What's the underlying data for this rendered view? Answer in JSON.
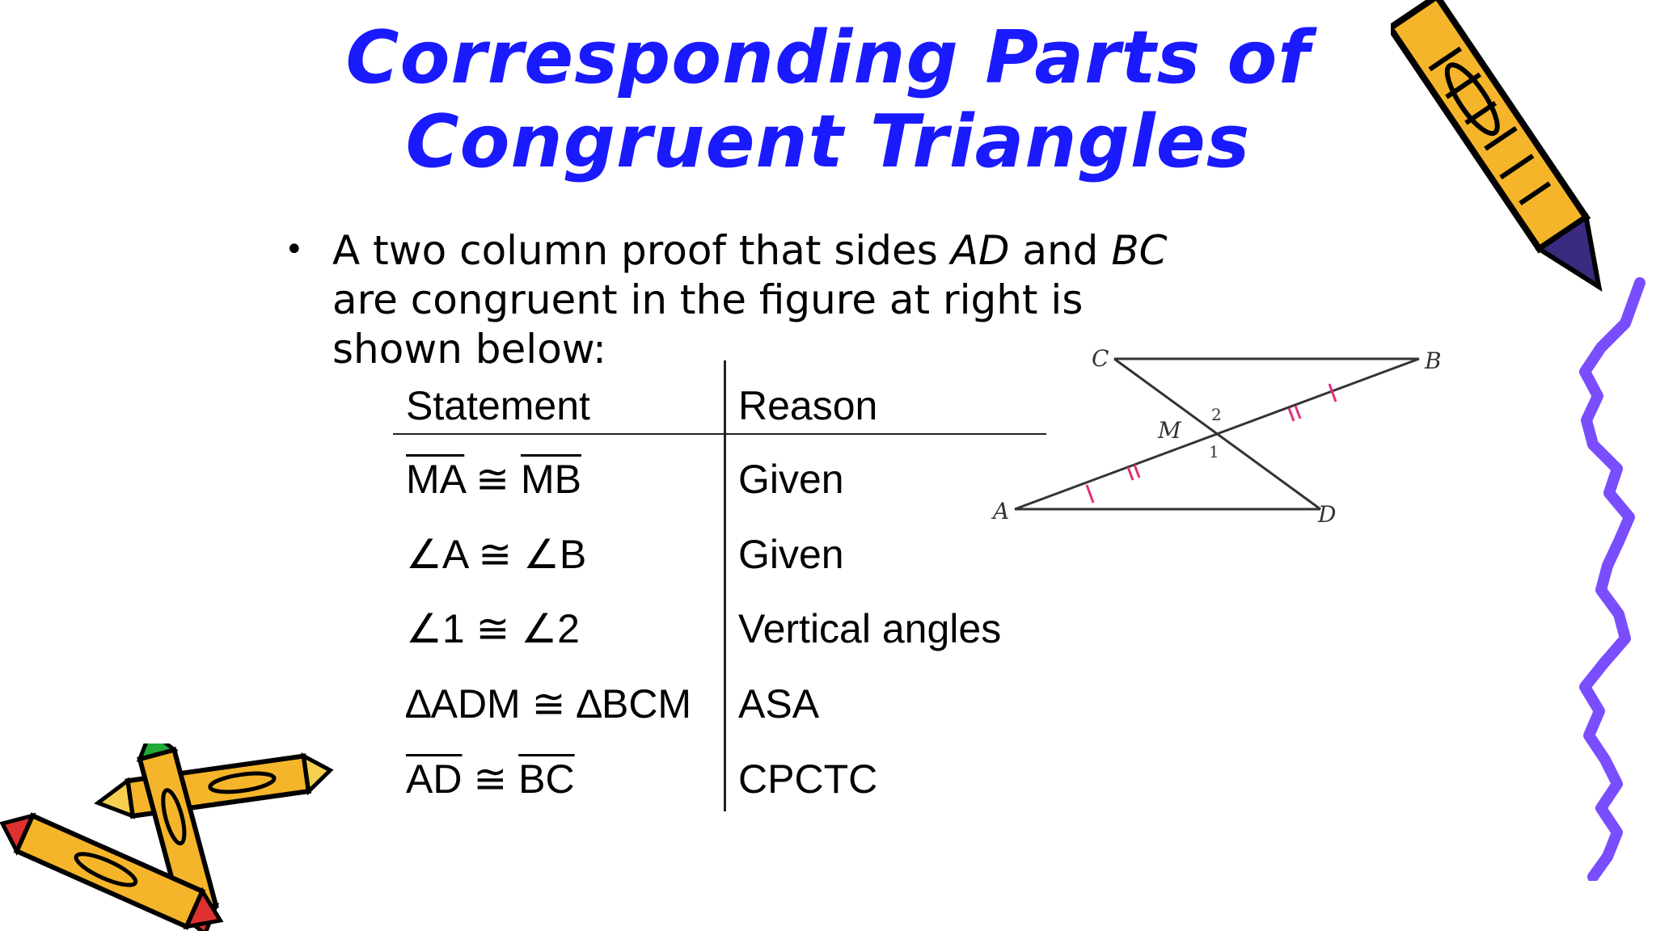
{
  "slide": {
    "title_line1": "Corresponding Parts of",
    "title_line2": "Congruent Triangles",
    "bullet": {
      "marker": "•",
      "text_1": "A two column proof that sides ",
      "side_ad": "AD",
      "text_2": " and ",
      "side_bc": "BC",
      "text_3": " are congruent in the figure at right is shown below:"
    }
  },
  "proof": {
    "header_statement": "Statement",
    "header_reason": "Reason",
    "rows": [
      {
        "statement_a": "MA",
        "cong": " ≅ ",
        "statement_b": "MB",
        "reason": "Given"
      },
      {
        "statement": "∠A ≅ ∠B",
        "reason": "Given"
      },
      {
        "statement": "∠1 ≅ ∠2",
        "reason": "Vertical angles"
      },
      {
        "statement": "∆ADM ≅ ∆BCM",
        "reason": "ASA"
      },
      {
        "statement_a": "AD",
        "cong": " ≅ ",
        "statement_b": "BC",
        "reason": "CPCTC"
      }
    ]
  },
  "figure": {
    "labels": {
      "c": "C",
      "b": "B",
      "m": "M",
      "a": "A",
      "d": "D",
      "angle2": "2",
      "angle1": "1"
    },
    "tick_color": "#e0307a"
  },
  "colors": {
    "title": "#1a1aff",
    "squiggle": "#7a4dff",
    "pencil_body": "#f5b52a",
    "pencil_tip_red": "#e03030",
    "pencil_tip_green": "#1faa3a"
  }
}
